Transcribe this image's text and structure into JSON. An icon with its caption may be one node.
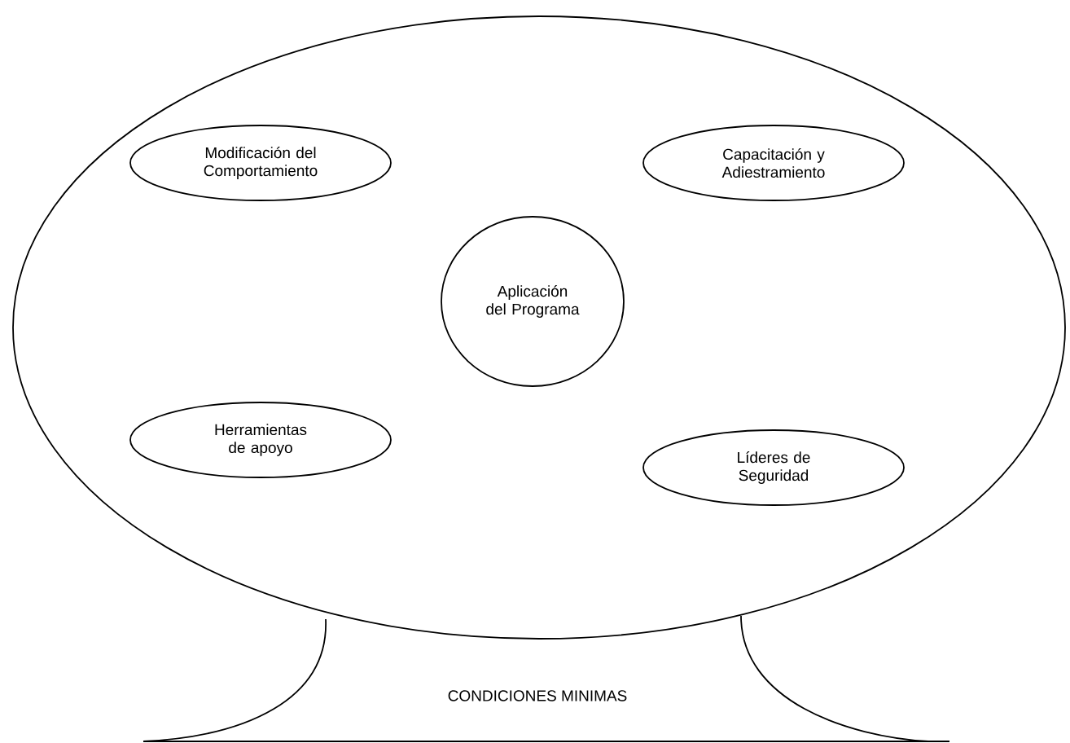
{
  "diagram": {
    "nodes": [
      {
        "text": [],
        "shape": "ellipse"
      },
      {
        "text": [
          "Modificación del Comportamiento"
        ],
        "in": 0
      },
      {
        "text": [
          "Capacitación y Adiestramiento"
        ],
        "in": 0
      },
      {
        "text": [
          "Aplicación del Programa"
        ],
        "in": 0
      },
      {
        "text": [
          "Herramientas de apoyo"
        ],
        "in": 0
      },
      {
        "text": [
          "Líderes de Seguridad"
        ],
        "in": 0
      },
      {
        "text": [
          "CONDICIONES MINIMAS"
        ]
      }
    ]
  }
}
